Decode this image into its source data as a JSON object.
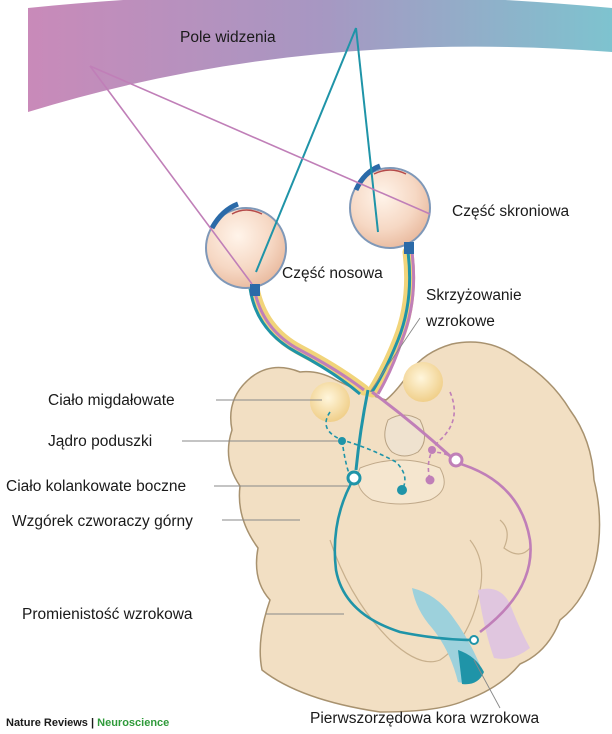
{
  "labels": {
    "visual_field": "Pole widzenia",
    "temporal_part": "Część skroniowa",
    "nasal_part": "Część nosowa",
    "optic_chiasm_line1": "Skrzyżowanie",
    "optic_chiasm_line2": "wzrokowe",
    "amygdala": "Ciało migdałowate",
    "pulvinar": "Jądro poduszki",
    "lgn": "Ciało kolankowate boczne",
    "superior_colliculus": "Wzgórek czworaczy górny",
    "optic_radiation": "Promienistość wzrokowa",
    "primary_visual_cortex": "Pierwszorzędowa kora wzrokowa"
  },
  "credit": {
    "publisher": "Nature Reviews",
    "separator": " | ",
    "journal": "Neuroscience"
  },
  "colors": {
    "teal": "#1f94a8",
    "pink": "#c07fb8",
    "yellow": "#f1d47a",
    "brain_fill": "#f2dfc3",
    "brain_stroke": "#a8926f",
    "credit_green": "#2f9a3a"
  }
}
